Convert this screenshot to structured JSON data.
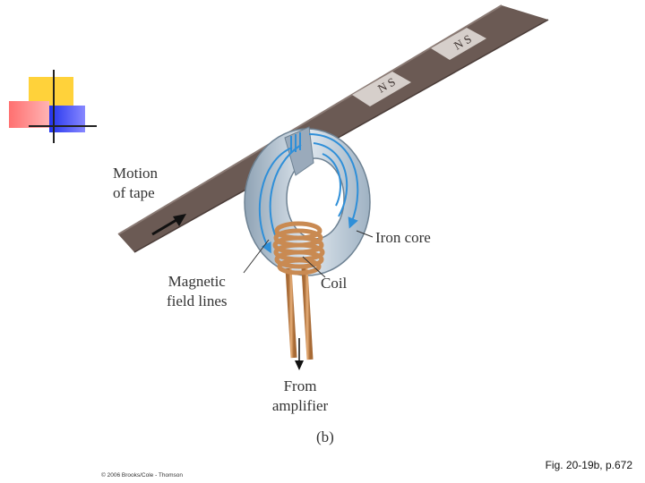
{
  "labels": {
    "motion_line1": "Motion",
    "motion_line2": "of tape",
    "iron_core": "Iron core",
    "magnetic_line1": "Magnetic",
    "magnetic_line2": "field lines",
    "coil": "Coil",
    "from_line1": "From",
    "from_line2": "amplifier",
    "panel": "(b)"
  },
  "tape_marks": [
    "N S",
    "N S"
  ],
  "caption": "Fig. 20-19b, p.672",
  "copyright": "© 2006 Brooks/Cole - Thomson",
  "colors": {
    "tape": "#6b5a54",
    "core": "#b9c6d2",
    "field_lines": "#2f8fd8",
    "coil": "#c98a52",
    "deco_yellow": "#ffd23a",
    "deco_red": "#ff6a6a",
    "deco_blue": "#3344ee"
  }
}
